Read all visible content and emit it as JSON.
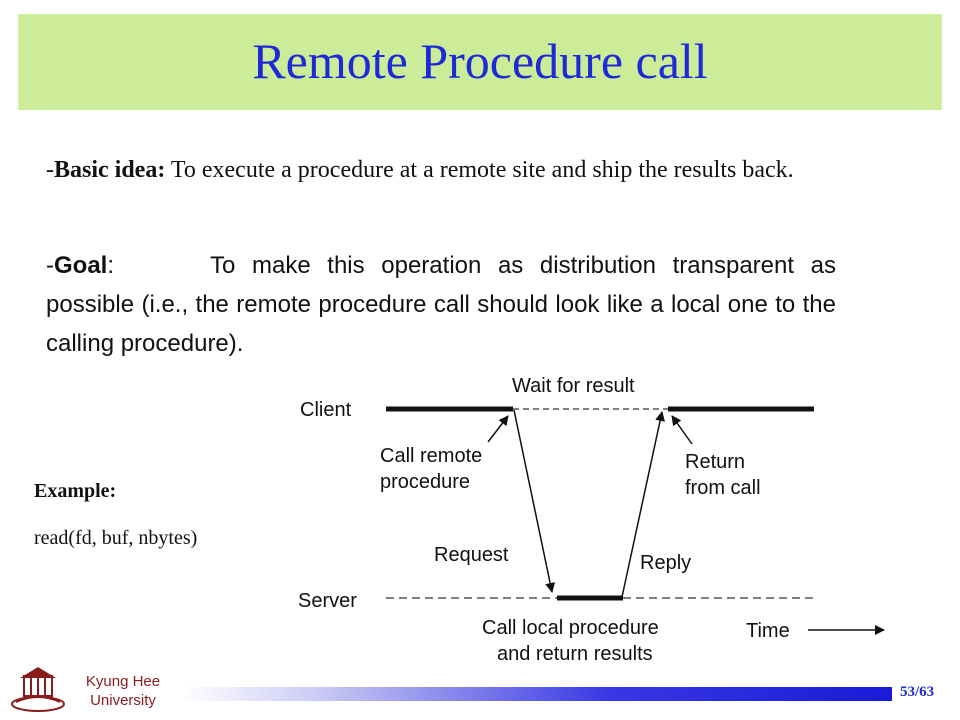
{
  "title": "Remote Procedure call",
  "paragraph1": {
    "dash": "-",
    "label": "Basic idea:",
    "text": " To execute a procedure at a remote site and ship the results back."
  },
  "paragraph2": {
    "dash": "-",
    "label": "Goal",
    "colon": ":",
    "text": "To make this operation as distribution transparent as possible (i.e., the remote procedure call should look like a local one to the calling procedure)."
  },
  "example": {
    "label": "Example:",
    "code": "read(fd, buf, nbytes)"
  },
  "diagram": {
    "client_label": "Client",
    "server_label": "Server",
    "wait_label": "Wait for result",
    "call_remote_line1": "Call remote",
    "call_remote_line2": "procedure",
    "return_line1": "Return",
    "return_line2": "from call",
    "request_label": "Request",
    "reply_label": "Reply",
    "call_local_line1": "Call local procedure",
    "call_local_line2": "and return results",
    "time_label": "Time"
  },
  "footer": {
    "university_line1": "Kyung Hee",
    "university_line2": "University",
    "page_number": "53/63"
  },
  "colors": {
    "title": "#1e2ad6",
    "title_bar": "#ccec99",
    "footer_text": "#8a1c1c"
  }
}
